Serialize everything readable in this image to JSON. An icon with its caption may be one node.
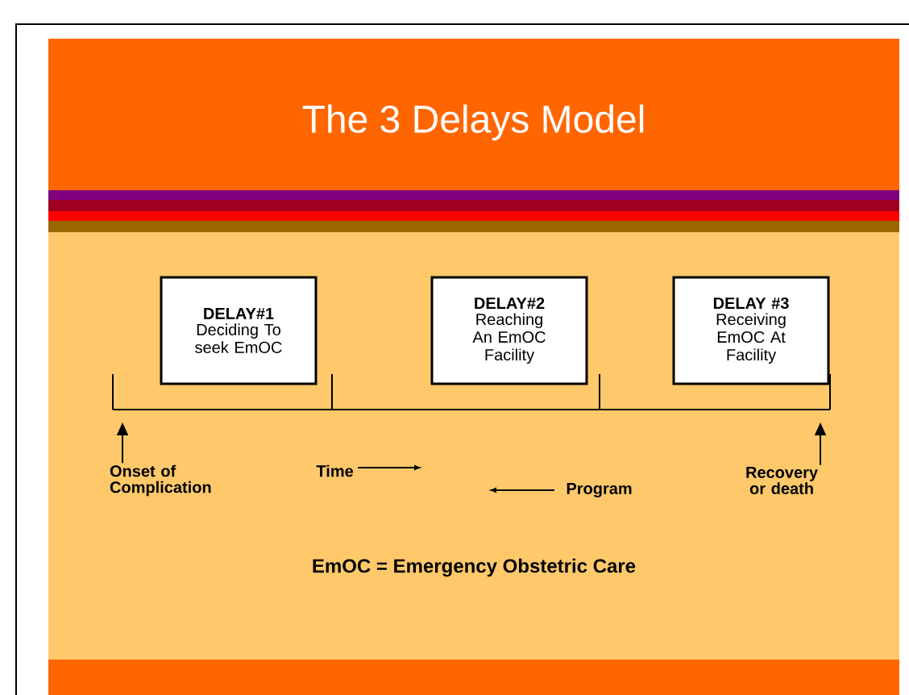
{
  "diagram": {
    "title": "The 3 Delays Model",
    "nodes": [
      {
        "text": [
          "DELAY#1",
          "Deciding To seek EmOC"
        ]
      },
      {
        "text": [
          "DELAY#2",
          "Reaching An EmOC Facility"
        ]
      },
      {
        "text": [
          "DELAY #3",
          "Receiving EmOC At Facility"
        ]
      },
      {
        "text": [
          "Onset of Complication"
        ]
      },
      {
        "text": [
          "Recovery or death"
        ]
      }
    ],
    "edges": [
      {
        "from": 3,
        "to": null,
        "arrow": "to"
      },
      {
        "from": 4,
        "to": null,
        "arrow": "to"
      }
    ],
    "labels": [
      "Time",
      "Program",
      "EmOC = Emergency Obstetric Care"
    ]
  }
}
